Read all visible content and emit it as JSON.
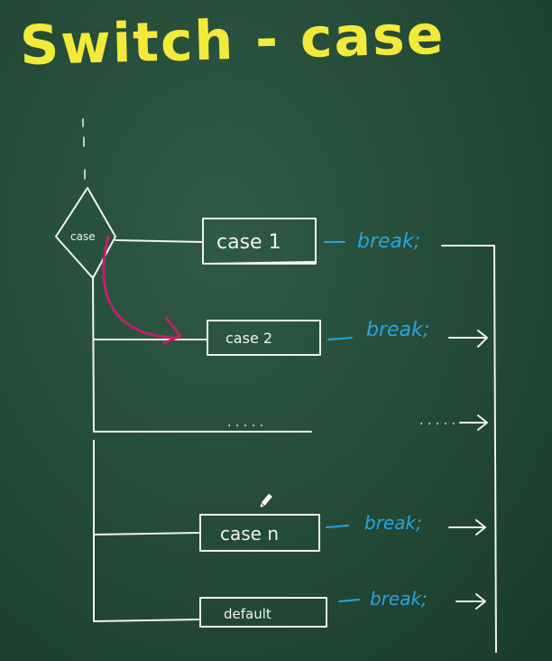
{
  "title": "Switch - case",
  "decision_label": "case",
  "cases": [
    {
      "label": "case 1",
      "break_label": "break;"
    },
    {
      "label": "case 2",
      "break_label": "break;"
    },
    {
      "label": "case n",
      "break_label": "break;"
    },
    {
      "label": "default",
      "break_label": "break;"
    }
  ],
  "ellipsis_left": ". . . . .",
  "ellipsis_right": ". . . . ."
}
